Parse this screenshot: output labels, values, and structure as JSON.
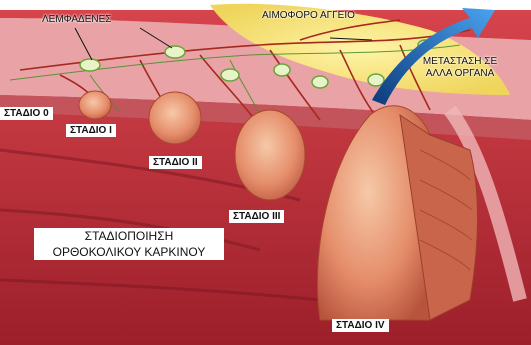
{
  "labels": {
    "lymph_nodes": "ΛΕΜΦΑΔΕΝΕΣ",
    "blood_vessel": "ΑΙΜΟΦΟΡΟ ΑΓΓΕΙΟ",
    "metastasis_line1": "ΜΕΤΑΣΤΑΣΗ ΣΕ",
    "metastasis_line2": "ΑΛΛΑ ΟΡΓΑΝΑ",
    "stage0": "ΣΤΑΔΙΟ 0",
    "stage1": "ΣΤΑΔΙΟ Ι",
    "stage2": "ΣΤΑΔΙΟ ΙΙ",
    "stage3": "ΣΤΑΔΙΟ ΙΙΙ",
    "stage4": "ΣΤΑΔΙΟ ΙV",
    "title_line1": "ΣΤΑΔΙΟΠΟΙΗΣΗ",
    "title_line2": "ΟΡΘΟΚΟΛΙΚΟΥ ΚΑΡΚΙΝΟΥ"
  },
  "colors": {
    "mucosa": "#b8323a",
    "wall": "#e8a0a0",
    "fat": "#f3e27a",
    "tumor": "#e07a5f",
    "vessel": "#c0392b",
    "lymph": "#8bc34a",
    "arrow": "#1e5aa8"
  }
}
